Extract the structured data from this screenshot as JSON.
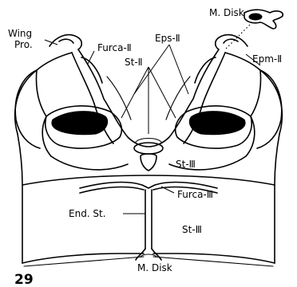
{
  "labels": {
    "m_disk_top": "M. Disk",
    "wing_pro_1": "Wing",
    "wing_pro_2": "Pro.",
    "furca_ii": "Furca-Ⅱ",
    "eps_ii": "Eps-Ⅱ",
    "epm_ii": "Epm-Ⅱ",
    "st_ii": "St-Ⅱ",
    "st_iii_upper": "St-Ⅲ",
    "furca_iii": "Furca-Ⅲ",
    "end_st": "End. St.",
    "st_iii_lower": "St-Ⅲ",
    "m_disk_bottom": "M. Disk"
  },
  "figure_number": "29"
}
